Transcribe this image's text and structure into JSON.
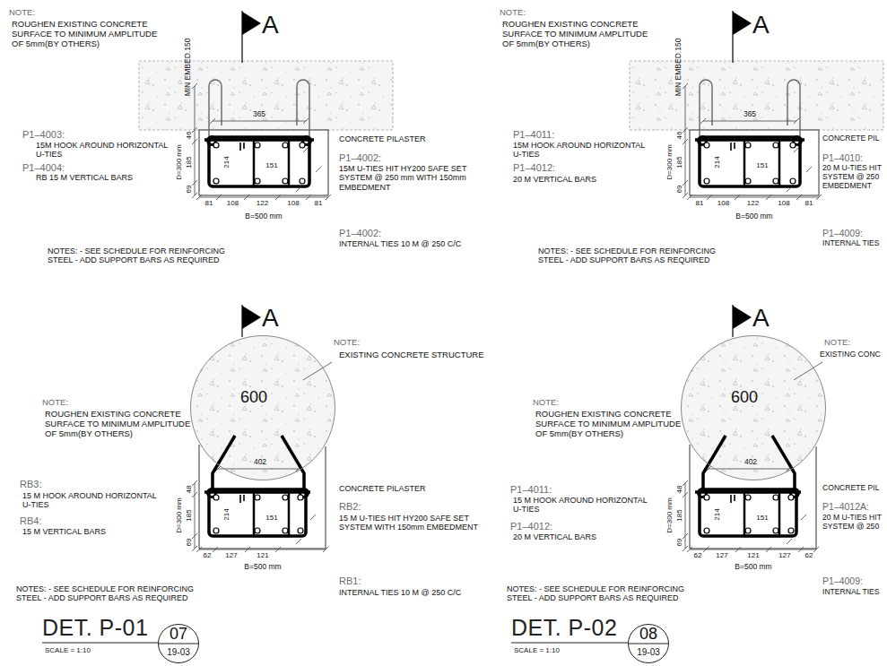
{
  "diagram": {
    "nodes": [
      {
        "text": [
          "600"
        ]
      },
      {
        "text": [
          "600"
        ]
      },
      {
        "text": [
          "07",
          "19-03"
        ]
      },
      {
        "text": [
          "08",
          "19-03"
        ]
      }
    ],
    "labels": [
      "NOTE:",
      "ROUGHEN EXISTING CONCRETE SURFACE TO MINIMUM AMPLITUDE OF 5mm(BY OTHERS)",
      "A",
      "MIN EMBED.150",
      "365",
      "46",
      "D=300 mm",
      "185",
      "69",
      "214",
      "151",
      "81",
      "108",
      "122",
      "108",
      "81",
      "B=500 mm",
      "P1–4003:",
      "15M HOOK AROUND HORIZONTAL U-TIES",
      "P1–4004:",
      "RB 15 M VERTICAL BARS",
      "CONCRETE PILASTER",
      "P1–4002:",
      "15M U-TIES HIT HY200 SAFE SET SYSTEM @ 250 mm WITH 150mm EMBEDMENT",
      "P1–4002:",
      "INTERNAL TIES 10 M @ 250 C/C",
      "NOTES: - SEE SCHEDULE FOR REINFORCING STEEL - ADD SUPPORT BARS AS REQUIRED",
      "NOTE:",
      "ROUGHEN EXISTING CONCRETE SURFACE TO MINIMUM AMPLITUDE OF 5mm(BY OTHERS)",
      "A",
      "MIN EMBED.150",
      "365",
      "46",
      "D=300 mm",
      "185",
      "69",
      "214",
      "151",
      "81",
      "108",
      "122",
      "108",
      "81",
      "B=500 mm",
      "P1–4011:",
      "15M HOOK AROUND HORIZONTAL U-TIES",
      "P1–4012:",
      "20 M VERTICAL BARS",
      "CONCRETE PIL",
      "P1–4010:",
      "20 M U-TIES HIT SYSTEM @ 250 EMBEDMENT",
      "P1–4009:",
      "INTERNAL TIES",
      "NOTES: - SEE SCHEDULE FOR REINFORCING STEEL - ADD SUPPORT BARS AS REQUIRED",
      "A",
      "NOTE:",
      "EXISTING CONCRETE STRUCTURE",
      "NOTE:",
      "ROUGHEN EXISTING CONCRETE SURFACE TO MINIMUM AMPLITUDE OF 5mm(BY OTHERS)",
      "402",
      "48",
      "D=300 mm",
      "185",
      "69",
      "214",
      "151",
      "62",
      "127",
      "121",
      "B=500 mm",
      "RB3:",
      "15 M HOOK AROUND HORIZONTAL U-TIES",
      "RB4:",
      "15 M VERTICAL BARS",
      "CONCRETE PILASTER",
      "RB2:",
      "15 M U-TIES HIT HY200 SAFE SET SYSTEM WITH 150mm EMBEDMENT",
      "RB1:",
      "INTERNAL TIES 10 M @ 250 C/C",
      "NOTES: - SEE SCHEDULE FOR REINFORCING STEEL - ADD SUPPORT BARS AS REQUIRED",
      "DET. P-01",
      "SCALE = 1:10",
      "A",
      "NOTE:",
      "EXISTING CONC",
      "NOTE:",
      "ROUGHEN EXISTING CONCRETE SURFACE TO MINIMUM AMPLITUDE OF 5mm(BY OTHERS)",
      "402",
      "48",
      "D=300 mm",
      "185",
      "69",
      "214",
      "151",
      "62",
      "127",
      "121",
      "127",
      "62",
      "B=500 mm",
      "P1–4011:",
      "15 M HOOK AROUND HORIZONTAL U-TIES",
      "P1–4012:",
      "20 M VERTICAL BARS",
      "CONCRETE PIL",
      "P1–4012A:",
      "20 M U-TIES HIT SYSTEM @ 250",
      "P1–4009:",
      "INTERNAL TIES",
      "NOTES: - SEE SCHEDULE FOR REINFORCING STEEL - ADD SUPPORT BARS AS REQUIRED",
      "DET. P-02",
      "SCALE = 1:10"
    ]
  }
}
